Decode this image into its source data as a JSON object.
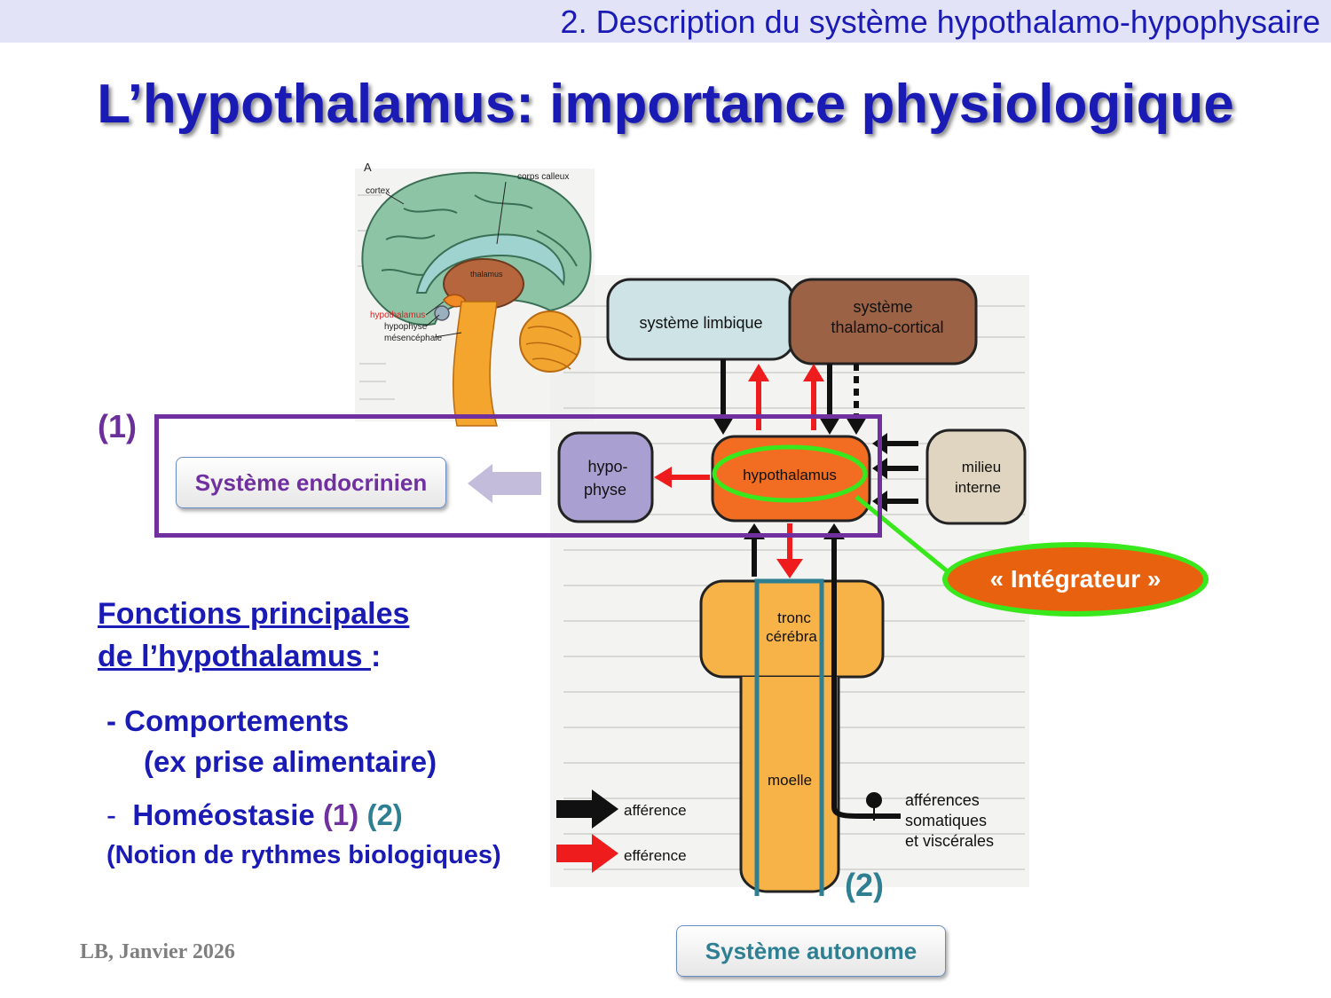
{
  "header": {
    "section": "2. Description du système hypothalamo-hypophysaire",
    "title": "L’hypothalamus: importance physiologique"
  },
  "brain_labels": {
    "panel_letter": "A",
    "cortex": "cortex",
    "corps_calleux": "corps calleux",
    "thalamus": "thalamus",
    "hypothalamus": "hypothalamus",
    "hypophyse": "hypophyse",
    "mesencephale": "mésencéphale"
  },
  "diagram": {
    "limbic": "système limbique",
    "thalamo_line1": "système",
    "thalamo_line2": "thalamo-cortical",
    "hypothalamus": "hypothalamus",
    "hypo_line1": "hypo-",
    "hypo_line2": "physe",
    "milieu_line1": "milieu",
    "milieu_line2": "interne",
    "tronc_line1": "tronc",
    "tronc_line2": "cérébra",
    "moelle": "moelle",
    "afferences_line1": "afférences",
    "afferences_line2": "somatiques",
    "afferences_line3": "et viscérales",
    "legend_afference": "afférence",
    "legend_efference": "efférence"
  },
  "annotations": {
    "label_1": "(1)",
    "label_2": "(2)",
    "endocrine_button": "Système endocrinien",
    "autonomous_button": "Système autonome",
    "integrator": "« Intégrateur »"
  },
  "functions": {
    "heading_line1": "Fonctions principales",
    "heading_line2": "de l’hypothalamus ",
    "heading_colon": ":",
    "item1_line1": "-  Comportements",
    "item1_line2": "(ex prise alimentaire)",
    "item2_dash": "-",
    "item2_text": "Homéostasie ",
    "item2_ref1": "(1)",
    "item2_ref2": "(2)",
    "note": "(Notion de rythmes biologiques)"
  },
  "footer": "LB, Janvier 2026",
  "colors": {
    "title_blue": "#1a1ab5",
    "purple": "#7030a0",
    "teal": "#2f7f92",
    "green": "#38e81c",
    "orange": "#e8610e"
  }
}
